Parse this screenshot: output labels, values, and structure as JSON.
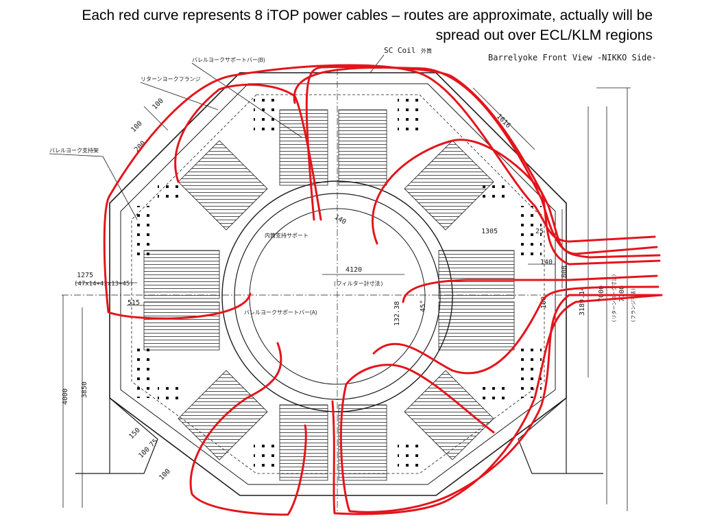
{
  "caption": {
    "line1": "Each red curve represents 8 iTOP power cables – routes are approximate, actually will be",
    "line2": "spread out over ECL/KLM regions"
  },
  "drawing": {
    "title": "Barrelyoke Front View -NIKKO Side-",
    "sc_coil_label": "SC Coil",
    "sc_coil_jp": "外筒",
    "barrel_support_b": "バレルヨークサポートバー(B)",
    "return_yoke_flange": "リターンヨークフランジ",
    "barrel_stand": "バレルヨーク支持架",
    "inner_support": "内筒支持サポート",
    "barrel_support_a": "バレルヨークサポートバー(A)",
    "filter_dim_label": "(フィルター計寸法)",
    "return_yoke_dim": "(リターンヨーク寸法)",
    "flange_dim": "(フランジ寸法)",
    "dimensions": {
      "d100a": "100",
      "d100b": "100",
      "d200": "200",
      "d1616": "1616",
      "d140a": "140",
      "d1305": "1305",
      "d25": "25",
      "d140b": "140",
      "d1275": "1275",
      "d1275_sub": "(47x14+43x13+45)",
      "d515": "515",
      "d4120": "4120",
      "d132_38": "132.38",
      "d45": "45°",
      "d808": "808",
      "d100c": "100",
      "d3189": "3189.14",
      "d7000": "7000",
      "d7700": "7700",
      "d4000": "4000",
      "d3850": "3850",
      "d150": "150",
      "d75": "75",
      "d100d": "100",
      "d100e": "100"
    }
  },
  "colors": {
    "cable": "#e4141b",
    "ink": "#1a1a1a",
    "background": "#ffffff"
  }
}
